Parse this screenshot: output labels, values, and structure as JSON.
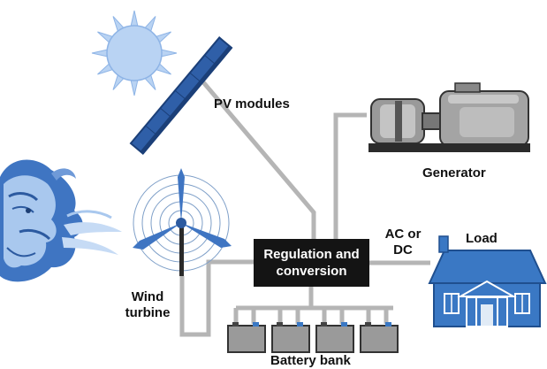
{
  "labels": {
    "pv_modules": "PV modules",
    "generator": "Generator",
    "regulation_line1": "Regulation and",
    "regulation_line2": "conversion",
    "ac_line1": "AC or",
    "ac_line2": "DC",
    "load": "Load",
    "wind_line1": "Wind",
    "wind_line2": "turbine",
    "battery_bank": "Battery bank"
  },
  "icons": [
    "sun-icon",
    "pv-panel-icon",
    "generator-icon",
    "wind-face-icon",
    "wind-turbine-icon",
    "house-icon",
    "battery-icon"
  ],
  "colors": {
    "wire": "#b5b5b5",
    "house": "#3a78c4",
    "panel": "#2f5fa8",
    "sun": "#b9d3f3",
    "box": "#141414",
    "battery": "#9a9a9a"
  },
  "battery_count": 4
}
